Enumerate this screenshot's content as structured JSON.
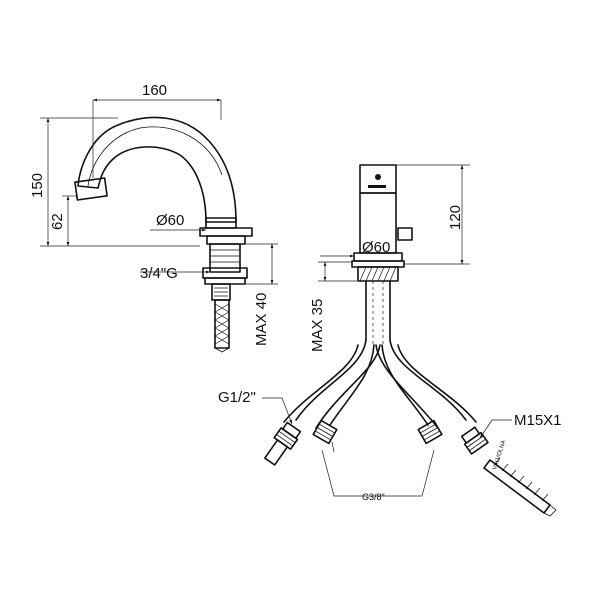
{
  "dimensions": {
    "side_width": "160",
    "side_height": "150",
    "spout_height": "62",
    "side_diameter": "Ø60",
    "thread": "3/4\"G",
    "side_max": "MAX 40",
    "front_height": "120",
    "front_diameter": "Ø60",
    "front_max": "MAX 35"
  },
  "callouts": {
    "inlet_left": "G1/2\"",
    "inlet_right": "M15X1",
    "hose_fitting": "G3/8\"",
    "valve_tag": "VALVOLNA"
  }
}
